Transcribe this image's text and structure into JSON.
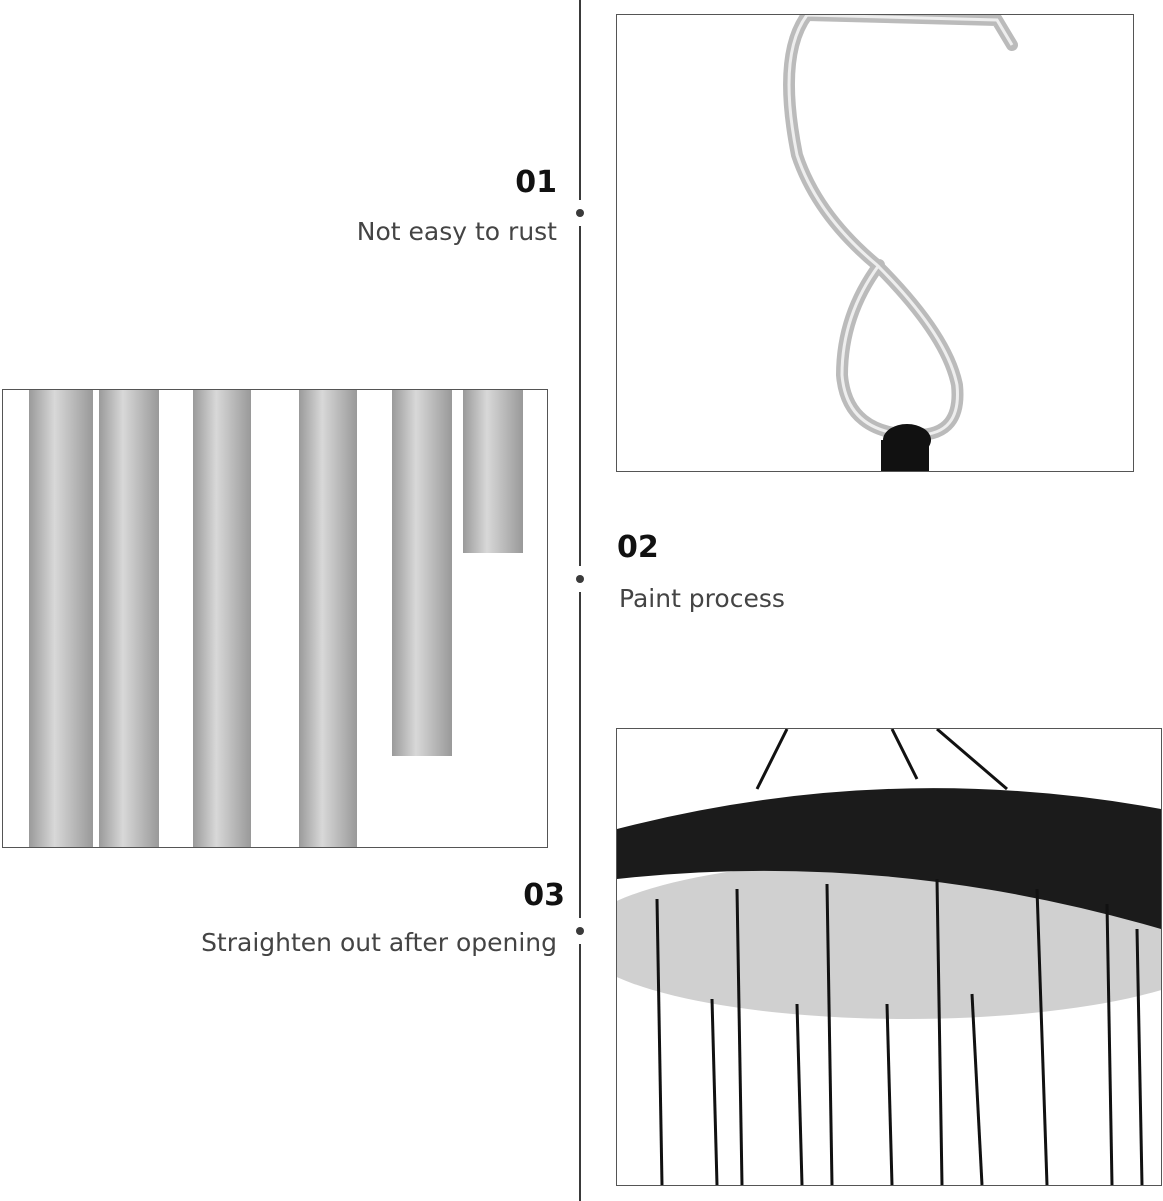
{
  "features": [
    {
      "number": "01",
      "label": "Not easy to rust"
    },
    {
      "number": "02",
      "label": "Paint process"
    },
    {
      "number": "03",
      "label": "Straighten out after opening"
    }
  ],
  "colors": {
    "line": "#3a3a3a",
    "tube": "#b8b8b8",
    "wood": "#1a1a1a"
  }
}
